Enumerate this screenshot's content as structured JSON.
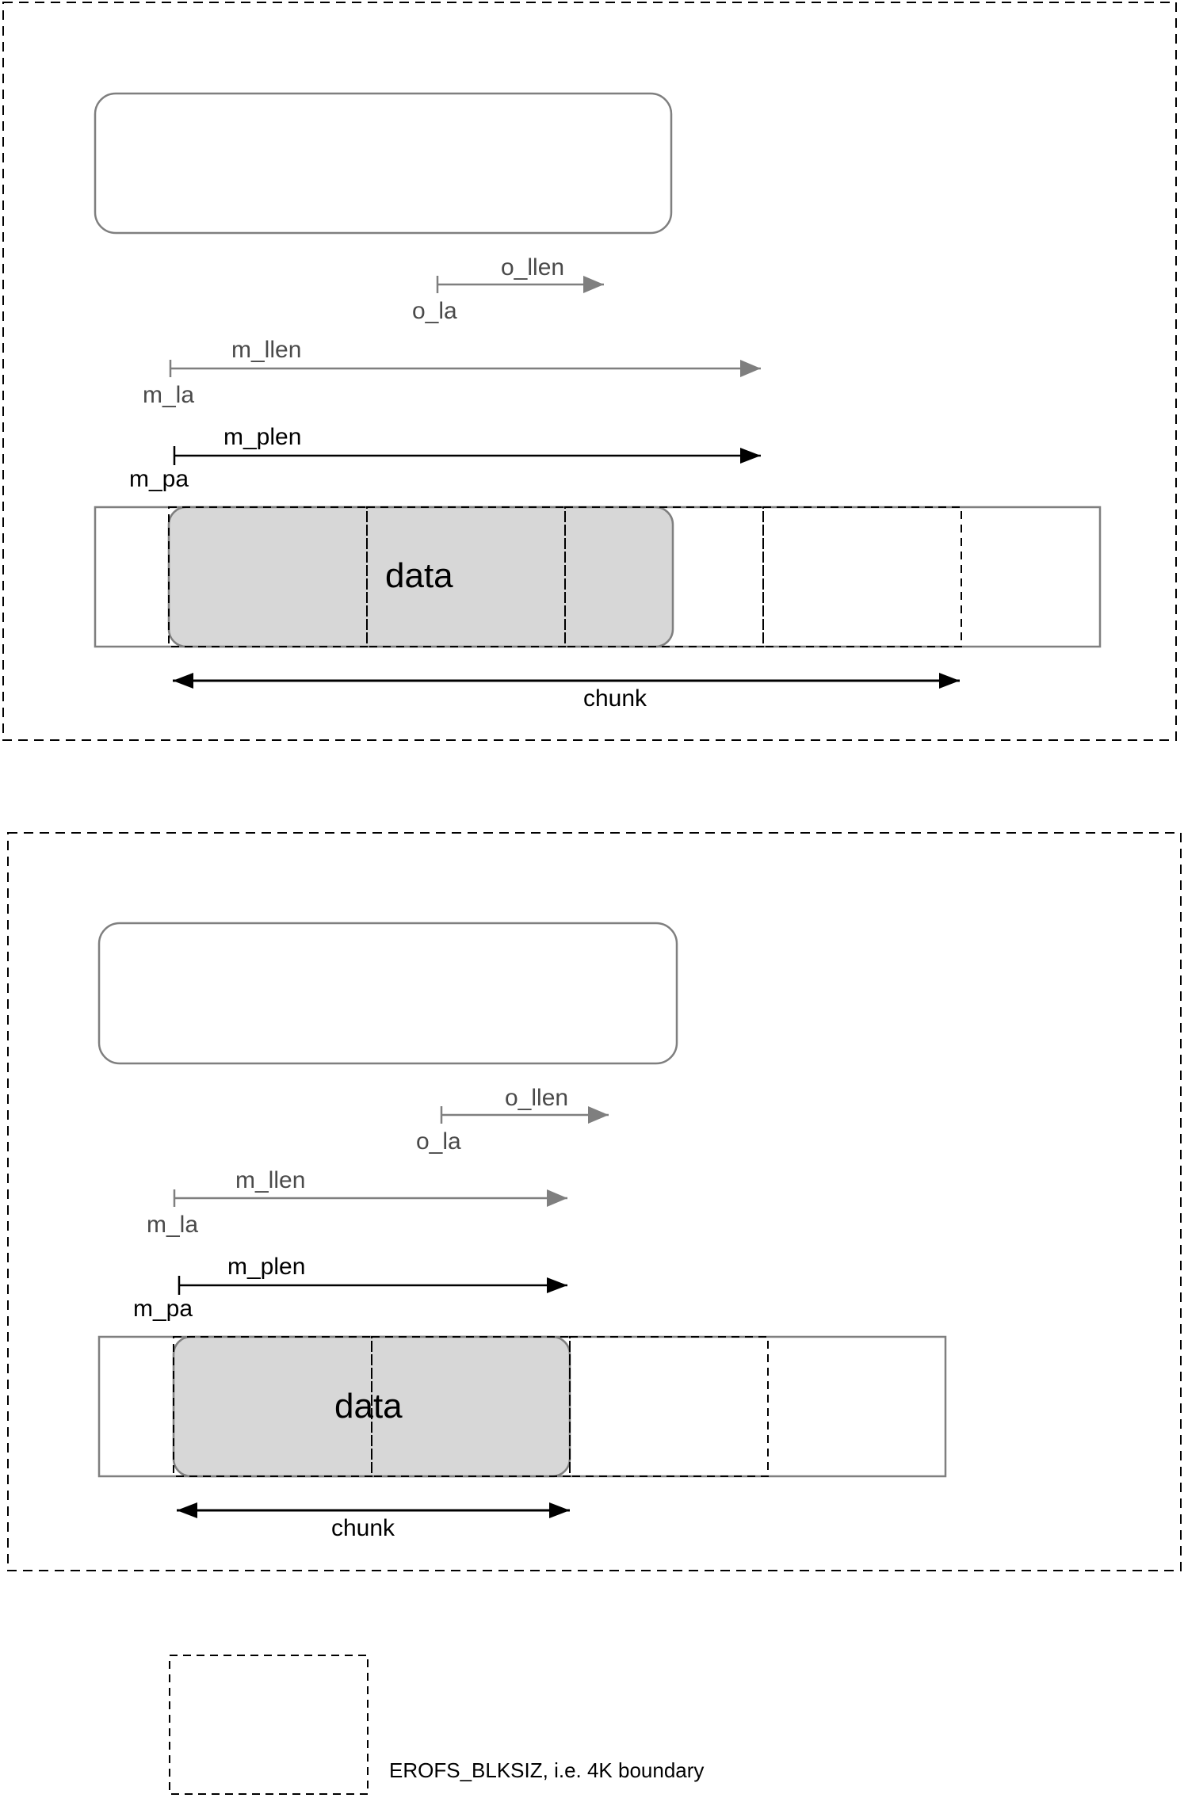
{
  "panels": [
    {
      "o_llen": "o_llen",
      "o_la": "o_la",
      "m_llen": "m_llen",
      "m_la": "m_la",
      "m_plen": "m_plen",
      "m_pa": "m_pa",
      "data": "data",
      "chunk": "chunk"
    },
    {
      "o_llen": "o_llen",
      "o_la": "o_la",
      "m_llen": "m_llen",
      "m_la": "m_la",
      "m_plen": "m_plen",
      "m_pa": "m_pa",
      "data": "data",
      "chunk": "chunk"
    }
  ],
  "legend": {
    "label": "EROFS_BLKSIZ, i.e. 4K boundary"
  },
  "colors": {
    "data_fill": "#d7d7d7",
    "gray_line": "#7f7f7f",
    "black_line": "#000000"
  }
}
